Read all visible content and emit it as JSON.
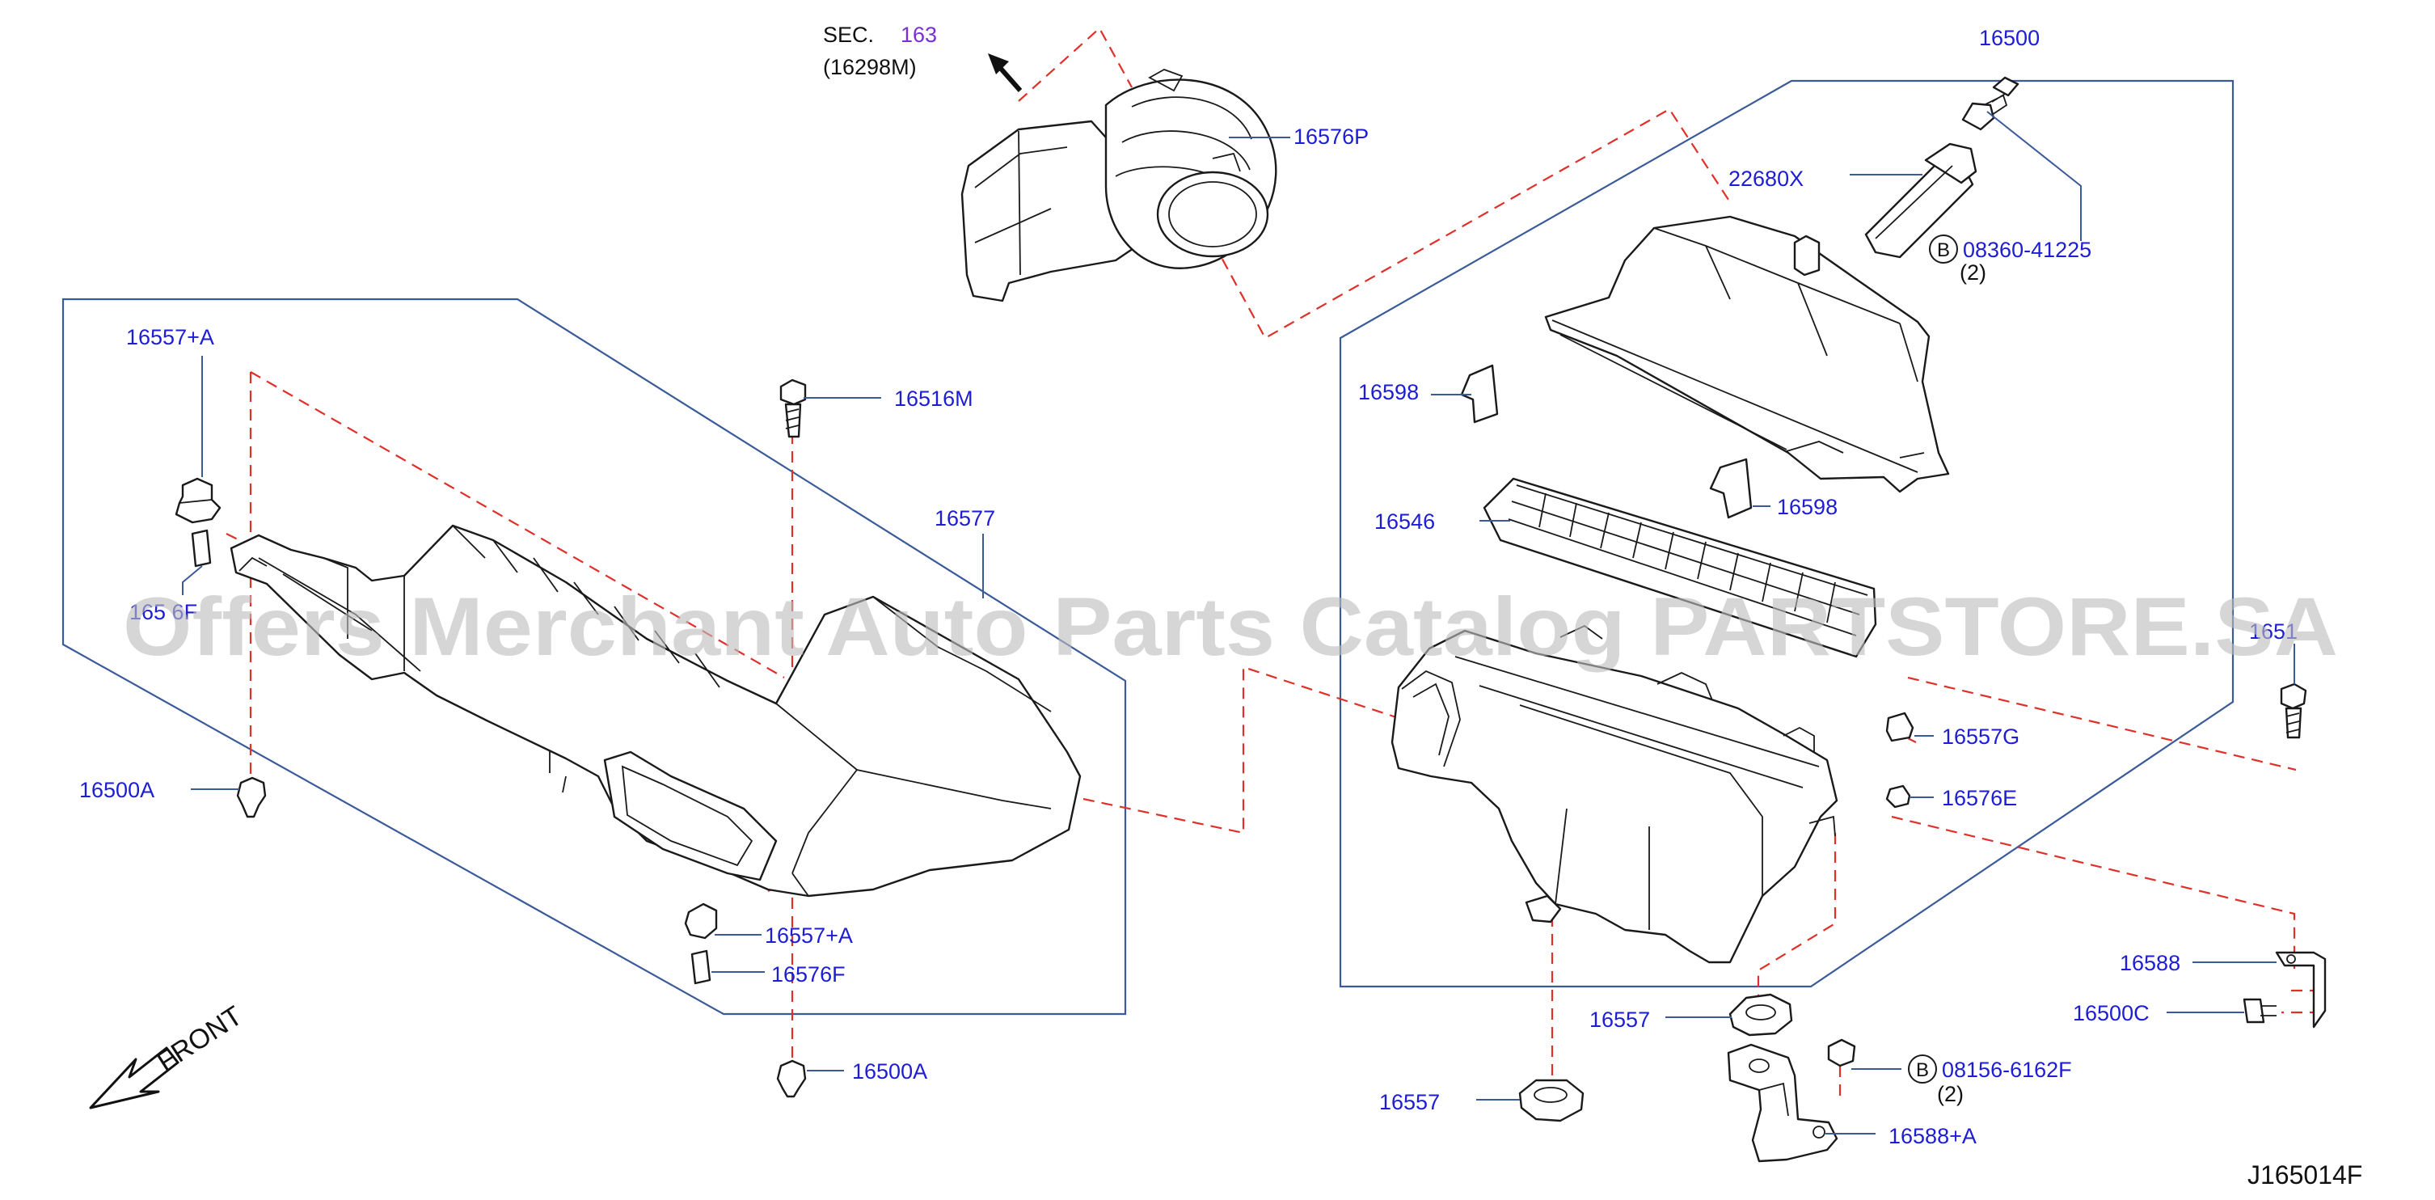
{
  "callouts": {
    "sec": {
      "prefix": "SEC.",
      "number": "163",
      "sub": "(16298M)"
    },
    "p16576P": "16576P",
    "p16500": "16500",
    "p22680X": "22680X",
    "p08360": "08360-41225",
    "p08360_qty": "(2)",
    "p16557A_top": "16557+A",
    "p16516M": "16516M",
    "p16598_left": "16598",
    "p16598_right": "16598",
    "p16546": "16546",
    "p16577": "16577",
    "p16576F_left_partial": "165 6F",
    "p16500A_left": "16500A",
    "p16557G": "16557G",
    "p16576E": "16576E",
    "p16516_right_partial": "1651",
    "p16557A_bottom": "16557+A",
    "p16576F_bottom": "16576F",
    "p16588": "16588",
    "p16500C": "16500C",
    "p16557_mid": "16557",
    "p08156": "08156-6162F",
    "p08156_qty": "(2)",
    "p16500A_bottom": "16500A",
    "p16557_bottom": "16557",
    "p16588A": "16588+A",
    "bolt_badge_1": "B",
    "bolt_badge_2": "B"
  },
  "front_label": "FRONT",
  "diagram_code": "J165014F",
  "watermark": "Offers Merchant Auto Parts Catalog PARTSTORE.SA",
  "colors": {
    "part_number": "#1d1dd6",
    "section_number": "#7a2fd6",
    "leader_line": "#3b5a9a",
    "phantom_line": "#e0302a",
    "line_art": "#1a1a1a",
    "watermark": "#bdbdbd"
  }
}
